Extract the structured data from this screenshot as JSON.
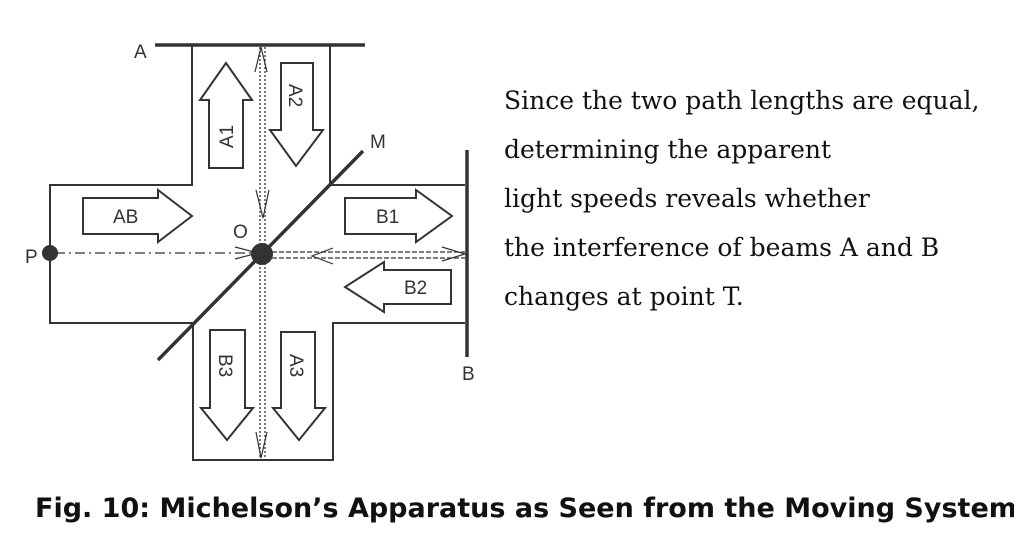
{
  "diagram": {
    "labels": {
      "A": "A",
      "B": "B",
      "M": "M",
      "O": "O",
      "P": "P",
      "AB": "AB",
      "A1": "A1",
      "A2": "A2",
      "A3": "A3",
      "B1": "B1",
      "B2": "B2",
      "B3": "B3"
    }
  },
  "description": {
    "lines": [
      "Since the two path lengths are equal,",
      "determining the apparent",
      "light speeds reveals whether",
      "the interference of beams A and B",
      "changes at point T."
    ]
  },
  "caption": "Fig. 10: Michelson’s Apparatus as Seen from the Moving System"
}
